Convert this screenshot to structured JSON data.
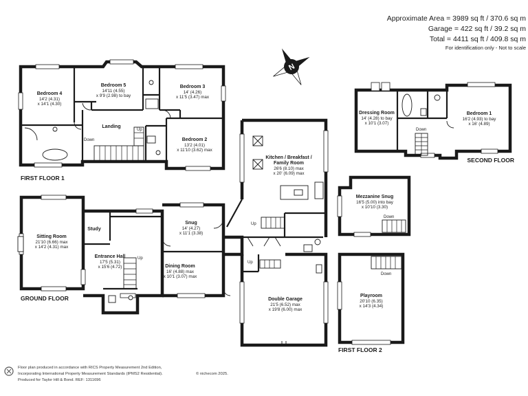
{
  "summary": {
    "approx_area": "Approximate Area = 3989 sq ft / 370.6 sq m",
    "garage": "Garage = 422 sq ft / 39.2 sq m",
    "total": "Total = 4411 sq ft / 409.8 sq m",
    "note": "For identification only - Not to scale"
  },
  "compass": {
    "label": "N"
  },
  "floors": {
    "first_floor_1": "FIRST FLOOR 1",
    "second_floor": "SECOND FLOOR",
    "ground_floor": "GROUND FLOOR",
    "first_floor_2": "FIRST FLOOR 2"
  },
  "rooms": {
    "bedroom4": {
      "name": "Bedroom 4",
      "dim1": "14'2 (4.31)",
      "dim2": "x 14'1 (4.30)"
    },
    "bedroom5": {
      "name": "Bedroom 5",
      "dim1": "14'11 (4.55)",
      "dim2": "x 9'9 (2.98) to bay"
    },
    "bedroom3": {
      "name": "Bedroom 3",
      "dim1": "14' (4.26)",
      "dim2": "x 11'5 (3.47) max"
    },
    "bedroom2": {
      "name": "Bedroom 2",
      "dim1": "13'2 (4.01)",
      "dim2": "x 11'10 (3.62) max"
    },
    "landing": {
      "name": "Landing"
    },
    "dressing": {
      "name": "Dressing Room",
      "dim1": "14' (4.28) to bay",
      "dim2": "x 10'1 (3.07)"
    },
    "bedroom1": {
      "name": "Bedroom 1",
      "dim1": "16'2 (4.93) to bay",
      "dim2": "x 16' (4.89)"
    },
    "kitchen": {
      "name1": "Kitchen / Breakfast /",
      "name2": "Family Room",
      "dim1": "26'6 (8.10) max",
      "dim2": "x 20' (6.09) max"
    },
    "mezzanine": {
      "name": "Mezzanine Snug",
      "dim1": "16'5 (5.00) into bay",
      "dim2": "x 10'10 (3.30)"
    },
    "sitting": {
      "name": "Sitting Room",
      "dim1": "21'10 (6.66) max",
      "dim2": "x 14'2 (4.31) max"
    },
    "study": {
      "name": "Study"
    },
    "hall": {
      "name": "Entrance Hall",
      "dim1": "17'5 (5.31)",
      "dim2": "x 15'6 (4.72)"
    },
    "snug": {
      "name": "Snug",
      "dim1": "14' (4.27)",
      "dim2": "x 11'1 (3.38)"
    },
    "dining": {
      "name": "Dining Room",
      "dim1": "16' (4.88) max",
      "dim2": "x 10'1 (3.07) max"
    },
    "garage": {
      "name": "Double Garage",
      "dim1": "21'5 (6.52) max",
      "dim2": "x 19'8 (6.00) max"
    },
    "playroom": {
      "name": "Playroom",
      "dim1": "20'10 (6.35)",
      "dim2": "x 14'3 (4.34)"
    }
  },
  "stair_labels": {
    "ff1_down": "Down",
    "ff1_up": "Up",
    "sf_down": "Down",
    "mezz_down": "Down",
    "gf_up_snug": "Up",
    "gf_up_hall": "Up",
    "gf_up_garage": "Up",
    "ff2_down": "Down"
  },
  "footer": {
    "line1": "Floor plan produced in accordance with RICS Property Measurement 2nd Edition,",
    "line2": "Incorporating International Property Measurement Standards (IPMS2 Residential).",
    "brand": "© nichecom 2025.",
    "line3": "Produced for Taylor Hill & Bond.   REF: 1311696"
  }
}
